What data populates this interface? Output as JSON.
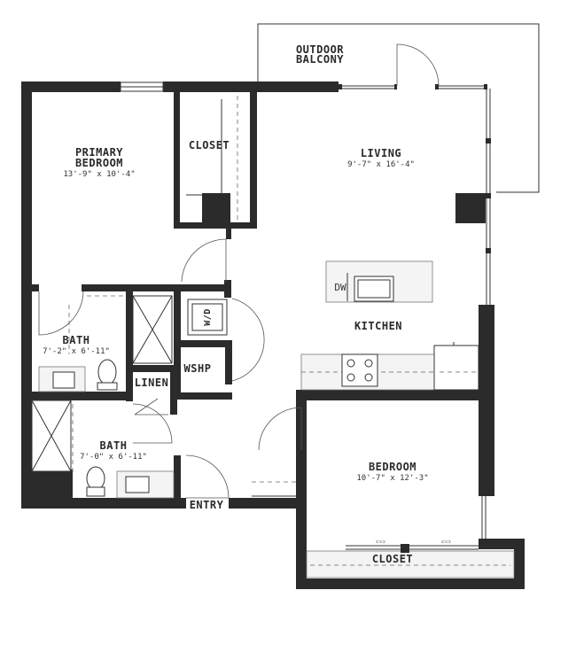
{
  "rooms": {
    "balcony": {
      "name_line1": "OUTDOOR",
      "name_line2": "BALCONY"
    },
    "primary_bedroom": {
      "name_line1": "PRIMARY",
      "name_line2": "BEDROOM",
      "dims": "13'-9\" x 10'-4\""
    },
    "closet_primary": {
      "name": "CLOSET"
    },
    "living": {
      "name": "LIVING",
      "dims": "9'-7\" x 16'-4\""
    },
    "kitchen": {
      "name": "KITCHEN",
      "appliance": "DW"
    },
    "laundry": {
      "name": "W/D"
    },
    "water_heater": {
      "name": "WSHP"
    },
    "linen": {
      "name": "LINEN"
    },
    "bath_primary": {
      "name": "BATH",
      "dims": "7'-2\" x 6'-11\""
    },
    "bath_second": {
      "name": "BATH",
      "dims": "7'-0\" x 6'-11\""
    },
    "bedroom": {
      "name": "BEDROOM",
      "dims": "10'-7\" x 12'-3\""
    },
    "closet_bedroom": {
      "name": "CLOSET"
    },
    "entry": {
      "name": "ENTRY"
    }
  },
  "colors": {
    "wall": "#2b2b2b",
    "background": "#ffffff"
  }
}
